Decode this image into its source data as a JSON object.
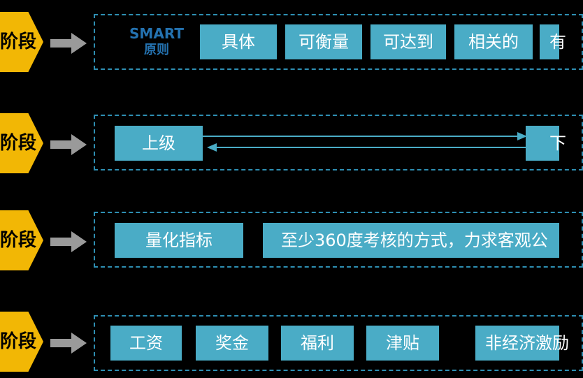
{
  "stages": [
    "阶段",
    "阶段",
    "阶段",
    "阶段"
  ],
  "row1": {
    "title_en": "SMART",
    "title_zh": "原则",
    "tags": [
      "具体",
      "可衡量",
      "可达到",
      "相关的",
      "有"
    ]
  },
  "row2": {
    "left": "上级",
    "right": "下"
  },
  "row3": {
    "tags": [
      "量化指标",
      "至少360度考核的方式，力求客观公"
    ]
  },
  "row4": {
    "tags": [
      "工资",
      "奖金",
      "福利",
      "津贴",
      "非经济激励"
    ]
  },
  "colors": {
    "stage": "#f2b705",
    "tag": "#4aacc6",
    "frame": "#2e8fb3",
    "arrow": "#9a9a9a",
    "smart_text": "#2472b0"
  }
}
